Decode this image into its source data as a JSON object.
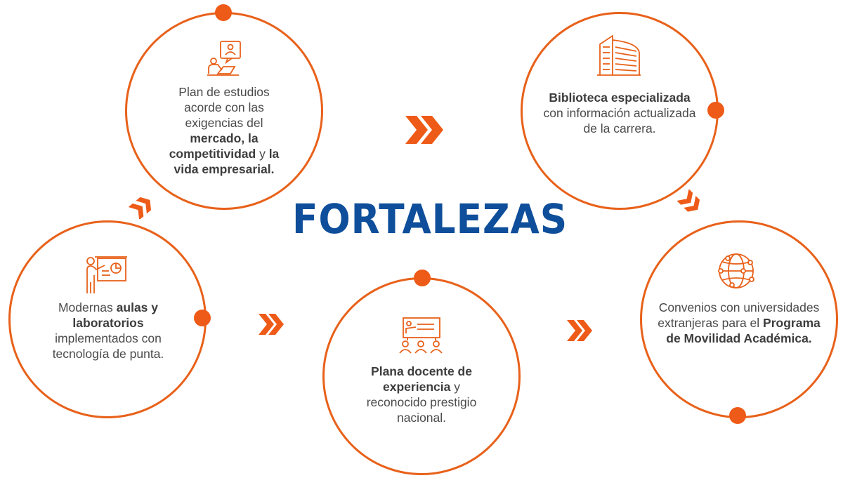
{
  "title": "FORTALEZAS",
  "colors": {
    "accent": "#ee5a17",
    "title": "#0e4e9a",
    "text": "#4a4a4a"
  },
  "cards": [
    {
      "icon": "online-teacher-icon",
      "segments": [
        {
          "t": "Plan de estudios acorde con las exigencias del ",
          "b": false
        },
        {
          "t": "mercado, la competitividad",
          "b": true
        },
        {
          "t": " y ",
          "b": false
        },
        {
          "t": "la vida empresarial.",
          "b": true
        }
      ]
    },
    {
      "icon": "library-building-icon",
      "segments": [
        {
          "t": "Biblioteca especializada",
          "b": true
        },
        {
          "t": " con información actualizada de la carrera.",
          "b": false
        }
      ]
    },
    {
      "icon": "presentation-chart-icon",
      "segments": [
        {
          "t": "Modernas ",
          "b": false
        },
        {
          "t": "aulas y laboratorios",
          "b": true
        },
        {
          "t": " implementados con tecnología de punta.",
          "b": false
        }
      ]
    },
    {
      "icon": "teacher-students-icon",
      "segments": [
        {
          "t": "Plana docente de experiencia",
          "b": true
        },
        {
          "t": " y reconocido prestigio nacional.",
          "b": false
        }
      ]
    },
    {
      "icon": "globe-network-icon",
      "segments": [
        {
          "t": "Convenios con universidades extranjeras para el ",
          "b": false
        },
        {
          "t": "Programa de Movilidad Académica.",
          "b": true
        }
      ]
    }
  ]
}
